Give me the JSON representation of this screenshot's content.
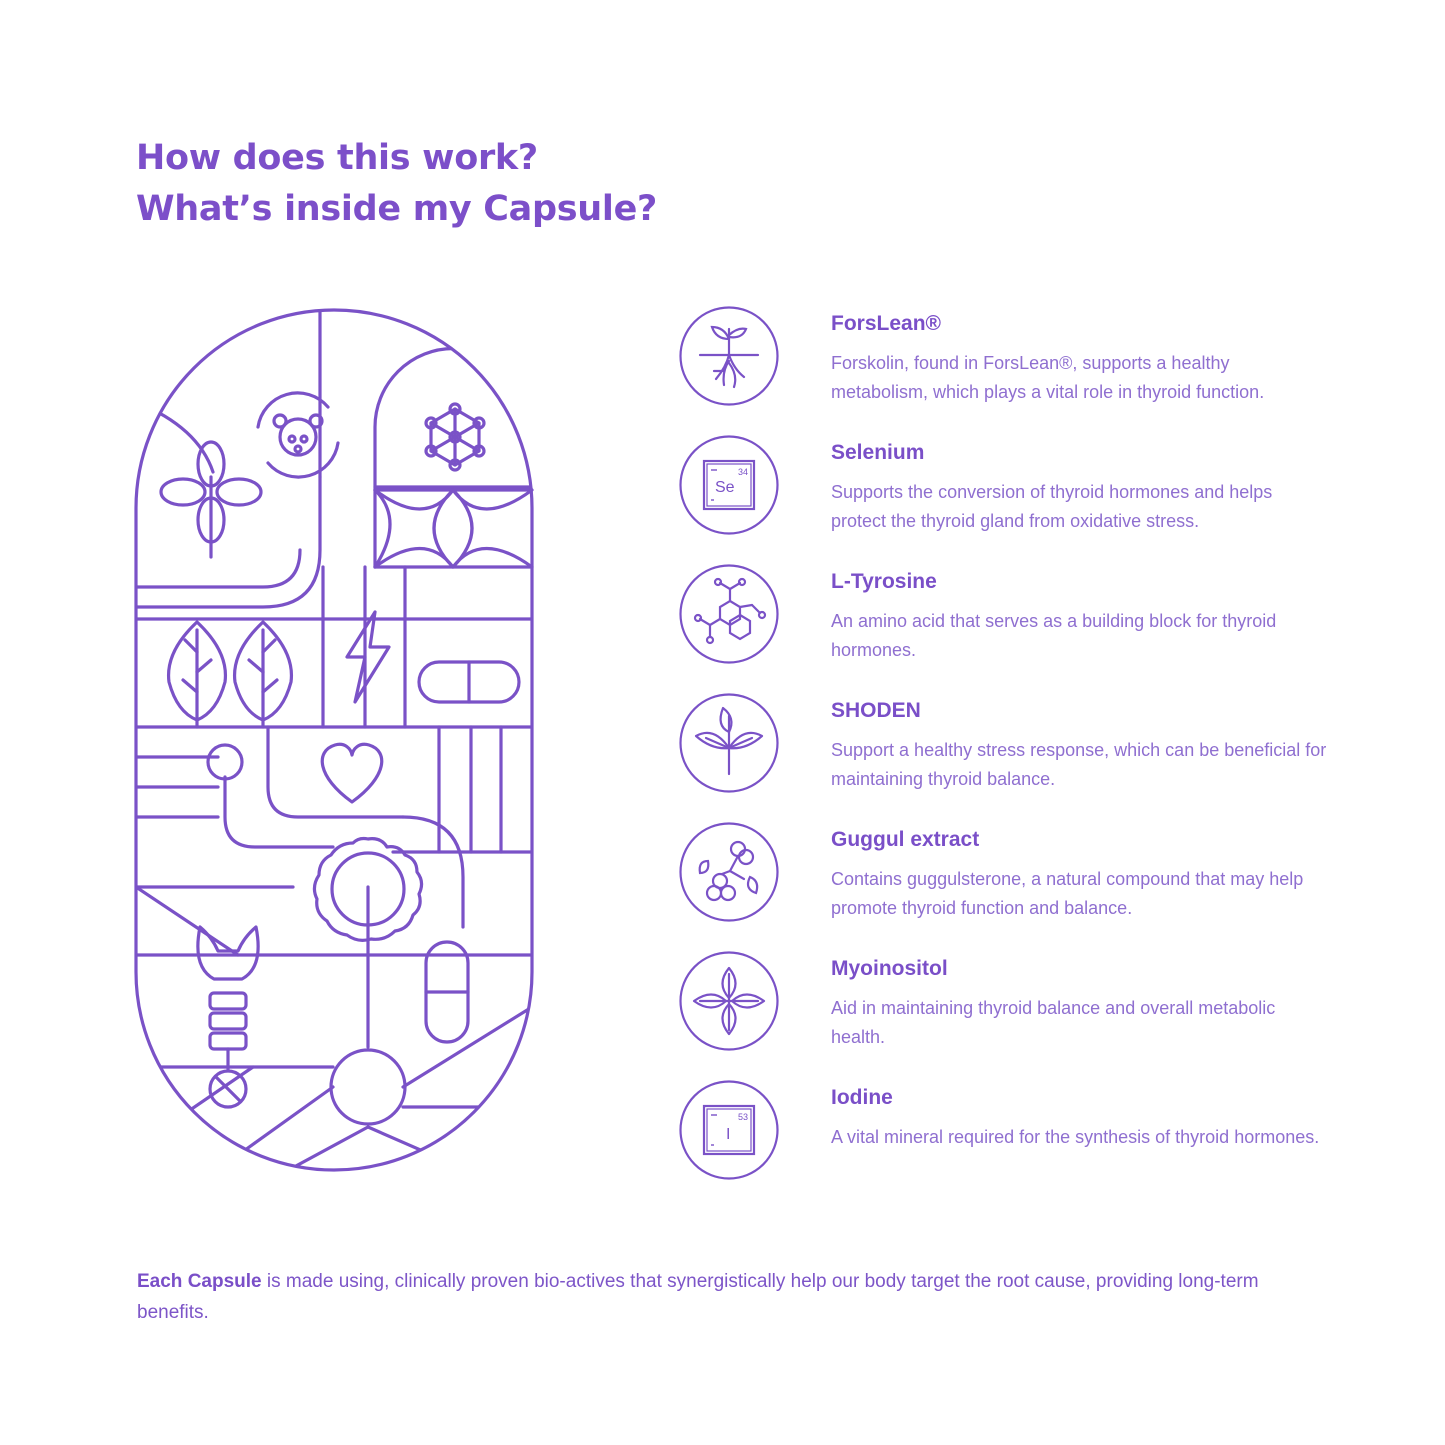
{
  "heading": {
    "line1": "How does this work?",
    "line2": "What’s inside my Capsule?"
  },
  "illustration": {
    "name": "capsule-illustration",
    "stroke_color": "#7a52c7",
    "element_icons": [
      "sprout-icon",
      "selenium-tile-icon",
      "molecule-icon",
      "leaves-icon",
      "berries-icon",
      "basil-icon",
      "iodine-tile-icon"
    ]
  },
  "ingredients": [
    {
      "name": "ForsLean®",
      "icon": "sprout-roots-icon",
      "description": "Forskolin, found in ForsLean®, supports a healthy metabolism, which plays a vital role in thyroid function."
    },
    {
      "name": "Selenium",
      "icon": "selenium-element-icon",
      "symbol": "Se",
      "number": "34",
      "description": "Supports the conversion of thyroid hormones and helps protect the thyroid gland from oxidative stress."
    },
    {
      "name": "L-Tyrosine",
      "icon": "molecule-structure-icon",
      "description": "An amino acid that serves as a building block for thyroid hormones."
    },
    {
      "name": "SHODEN",
      "icon": "herb-leaves-icon",
      "description": "Support a healthy stress response, which can be beneficial for maintaining thyroid balance."
    },
    {
      "name": "Guggul extract",
      "icon": "berries-icon",
      "description": "Contains guggulsterone, a natural compound that may help promote thyroid function and balance."
    },
    {
      "name": "Myoinositol",
      "icon": "four-leaves-icon",
      "description": "Aid in maintaining thyroid balance and overall metabolic health."
    },
    {
      "name": "Iodine",
      "icon": "iodine-element-icon",
      "symbol": "I",
      "number": "53",
      "description": "A vital mineral required for the synthesis of thyroid hormones."
    }
  ],
  "footer": {
    "bold": "Each Capsule",
    "text": " is made using, clinically proven bio-actives that synergistically help our body target the root cause, providing long-term benefits."
  }
}
